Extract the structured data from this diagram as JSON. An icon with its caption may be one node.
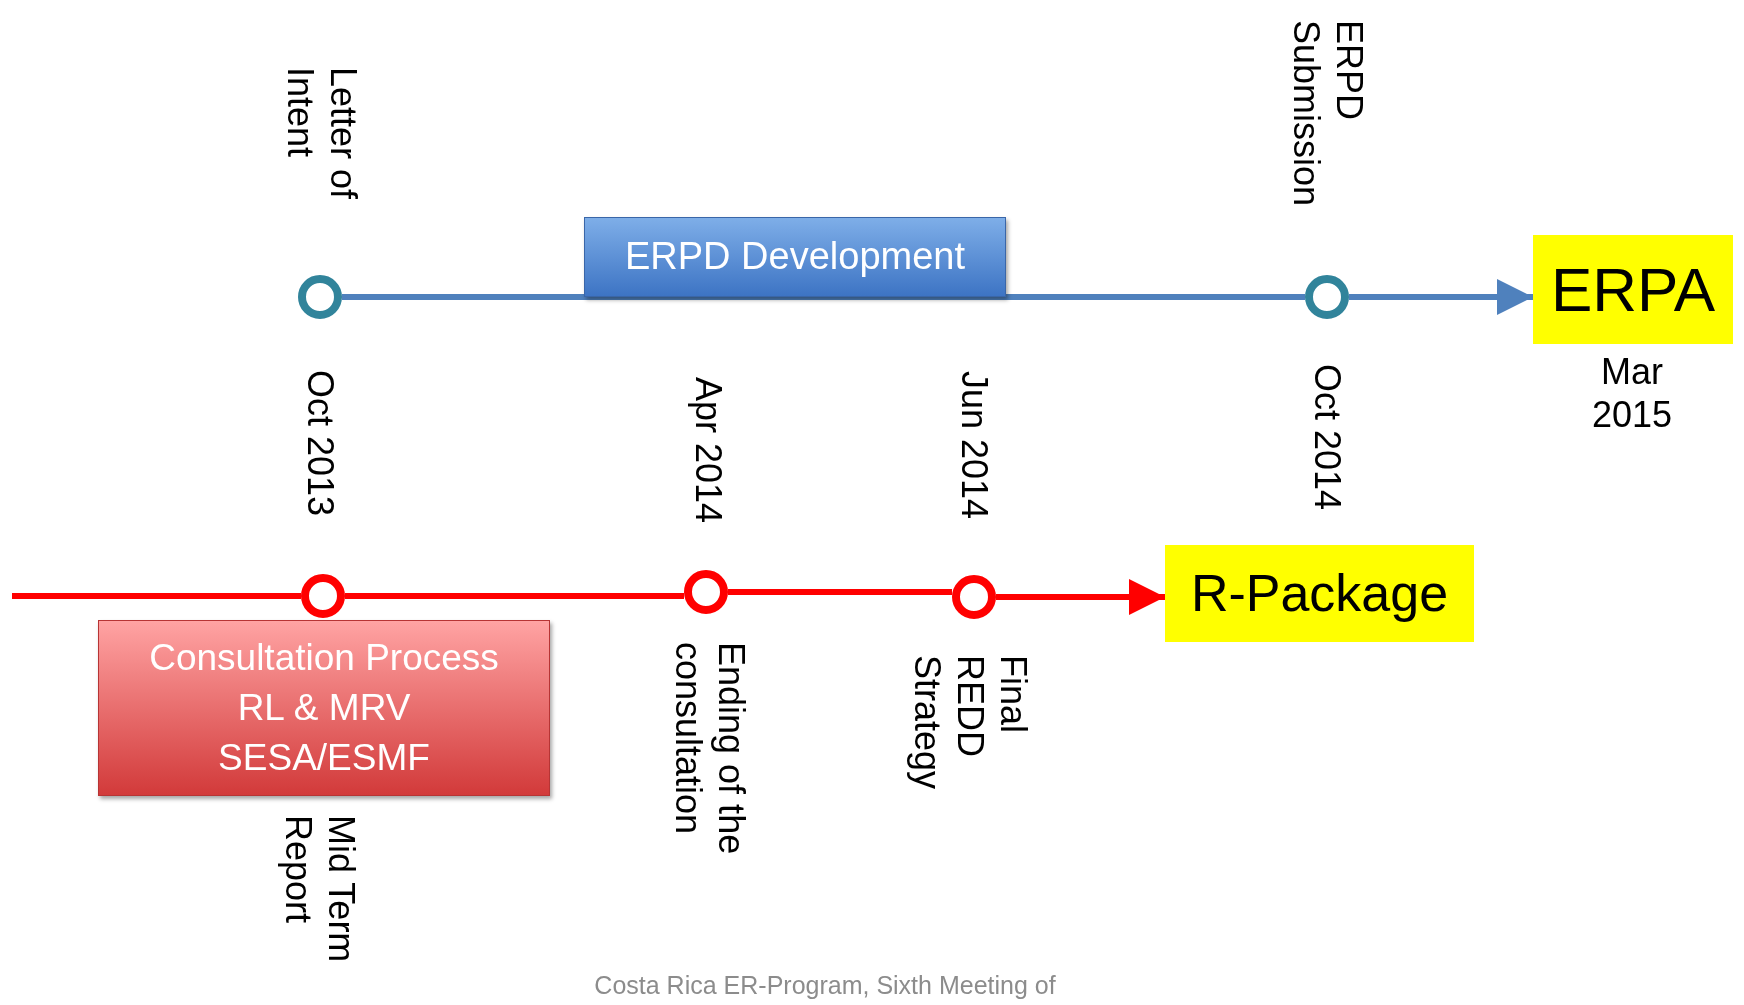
{
  "diagram": {
    "nodes": [
      {
        "text": [],
        "shape": "circle",
        "beside": [
          "Letter of Intent",
          "Oct 2013"
        ]
      },
      {
        "text": [
          "ERPD Development"
        ]
      },
      {
        "text": [],
        "shape": "circle",
        "beside": [
          "ERPD Submission",
          "Oct 2014"
        ]
      },
      {
        "text": [
          "ERPA"
        ],
        "beside": [
          "Mar 2015"
        ]
      },
      {
        "text": [],
        "shape": "circle"
      },
      {
        "text": [
          "Consultation Process",
          "RL & MRV",
          "SESA/ESMF"
        ]
      },
      {
        "text": [],
        "shape": "circle",
        "beside": [
          "Apr 2014",
          "Ending of the consultation"
        ]
      },
      {
        "text": [],
        "shape": "circle",
        "beside": [
          "Jun 2014",
          "Final REDD Strategy"
        ]
      },
      {
        "text": [
          "R-Package"
        ]
      }
    ],
    "edges": [
      {
        "from": 0,
        "to": 2,
        "arrow": "none",
        "color": "#4f81bd"
      },
      {
        "from": 2,
        "to": 3,
        "arrow": "to",
        "color": "#4f81bd"
      },
      {
        "from": null,
        "to": 4,
        "arrow": "none",
        "color": "#ff0000"
      },
      {
        "from": 4,
        "to": 6,
        "arrow": "none",
        "color": "#ff0000"
      },
      {
        "from": 6,
        "to": 7,
        "arrow": "none",
        "color": "#ff0000"
      },
      {
        "from": 7,
        "to": 8,
        "arrow": "to",
        "color": "#ff0000"
      }
    ],
    "labels": [
      "Mid Term Report",
      "Costa Rica ER-Program, Sixth Meeting of"
    ]
  }
}
